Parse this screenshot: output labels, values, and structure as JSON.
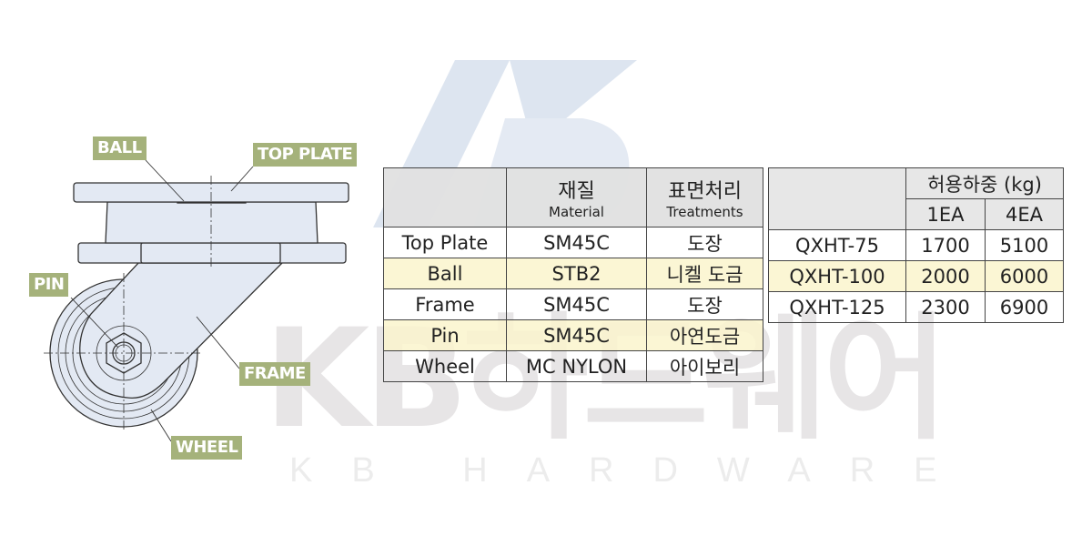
{
  "watermark": {
    "main": "KB하드웨어",
    "sub": "KB HARDWARE",
    "logo": "KB"
  },
  "diagram": {
    "labels": {
      "ball": "BALL",
      "top_plate": "TOP PLATE",
      "pin": "PIN",
      "frame": "FRAME",
      "wheel": "WHEEL"
    },
    "colors": {
      "label_bg": "#a5b27b",
      "part_fill": "#e3e9f3",
      "outline": "#333333"
    }
  },
  "materials_table": {
    "headers": [
      {
        "ko": "재질",
        "en": "Material"
      },
      {
        "ko": "표면처리",
        "en": "Treatments"
      }
    ],
    "rows": [
      {
        "part": "Top Plate",
        "material": "SM45C",
        "treatment": "도장"
      },
      {
        "part": "Ball",
        "material": "STB2",
        "treatment": "니켈 도금"
      },
      {
        "part": "Frame",
        "material": "SM45C",
        "treatment": "도장"
      },
      {
        "part": "Pin",
        "material": "SM45C",
        "treatment": "아연도금"
      },
      {
        "part": "Wheel",
        "material": "MC NYLON",
        "treatment": "아이보리"
      }
    ]
  },
  "load_table": {
    "header": "허용하중 (kg)",
    "columns": [
      "1EA",
      "4EA"
    ],
    "rows": [
      {
        "model": "QXHT-75",
        "one": "1700",
        "four": "5100"
      },
      {
        "model": "QXHT-100",
        "one": "2000",
        "four": "6000"
      },
      {
        "model": "QXHT-125",
        "one": "2300",
        "four": "6900"
      }
    ]
  }
}
